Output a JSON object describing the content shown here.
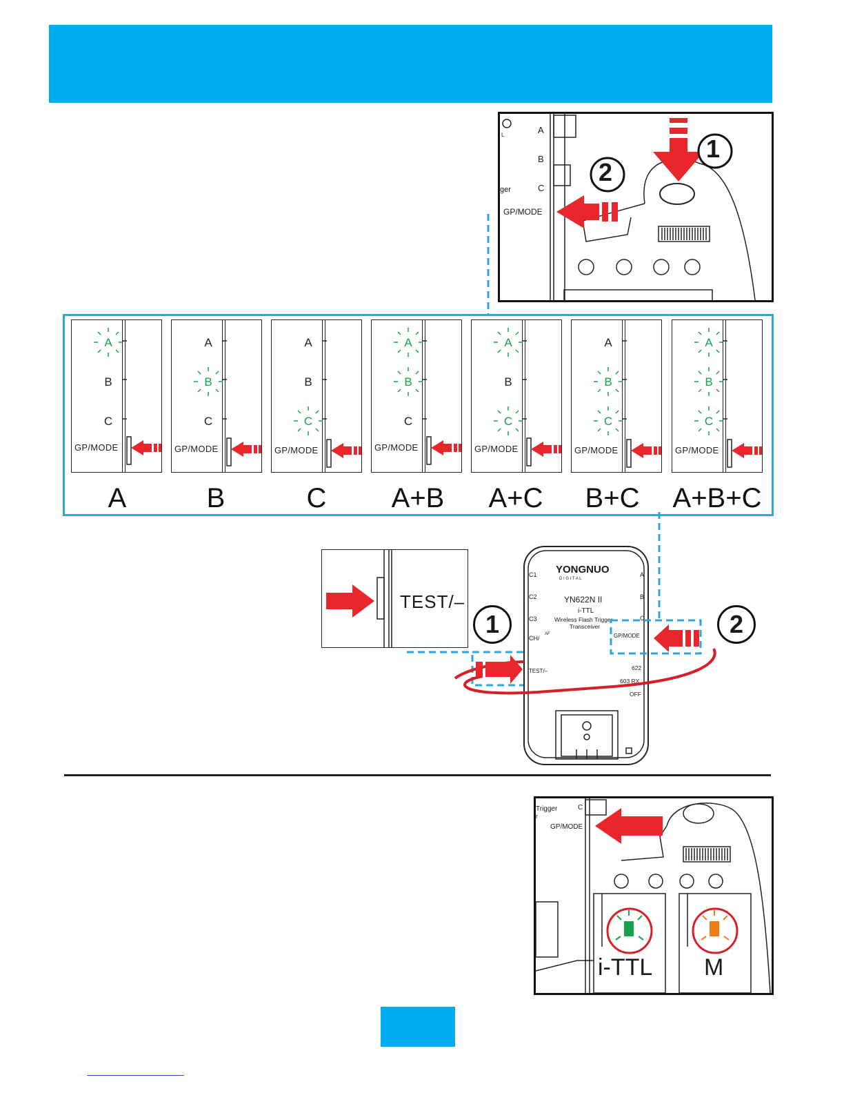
{
  "header": {
    "title": ""
  },
  "top_panel": {
    "labels": {
      "a": "A",
      "b": "B",
      "c": "C",
      "gp_mode": "GP/MODE",
      "trigger": "ger",
      "l": "L"
    },
    "step1": "1",
    "step2": "2"
  },
  "mode_cards": [
    {
      "label": "A",
      "lit": [
        "A"
      ],
      "gp": "GP/MODE"
    },
    {
      "label": "B",
      "lit": [
        "B"
      ],
      "gp": "GP/MODE"
    },
    {
      "label": "C",
      "lit": [
        "C"
      ],
      "gp": "GP/MODE"
    },
    {
      "label": "A+B",
      "lit": [
        "A",
        "B"
      ],
      "gp": "GP/MODE"
    },
    {
      "label": "A+C",
      "lit": [
        "A",
        "C"
      ],
      "gp": "GP/MODE"
    },
    {
      "label": "B+C",
      "lit": [
        "B",
        "C"
      ],
      "gp": "GP/MODE"
    },
    {
      "label": "A+B+C",
      "lit": [
        "A",
        "B",
        "C"
      ],
      "gp": "GP/MODE"
    }
  ],
  "channels": [
    "A",
    "B",
    "C"
  ],
  "test_zoom": {
    "label": "TEST/–"
  },
  "device": {
    "brand": "YONGNUO",
    "brand_sub": "D I G I T A L",
    "model": "YN622N II",
    "sub1": "i-TTL",
    "sub2": "Wireless Flash Trigger",
    "sub3": "Transceiver",
    "c1": "C1",
    "c2": "C2",
    "c3": "C3",
    "ch": "CH/",
    "af": "AF",
    "test": "TEST/–",
    "a": "A",
    "b": "B",
    "c": "C",
    "gp_mode": "GP/MODE",
    "sw1": "622",
    "sw2": "603 RX",
    "sw3": "OFF",
    "step1": "1",
    "step2": "2"
  },
  "bottom_panel": {
    "trigger": "Trigger",
    "r": "r",
    "c": "C",
    "gp_mode": "GP/MODE",
    "mode1": "i-TTL",
    "mode2": "M"
  },
  "colors": {
    "accent": "#00adee",
    "arrow": "#e8262b",
    "dash": "#2aa8dc",
    "led_green": "#16a34a",
    "led_orange": "#f07c1e"
  },
  "page_number": ""
}
